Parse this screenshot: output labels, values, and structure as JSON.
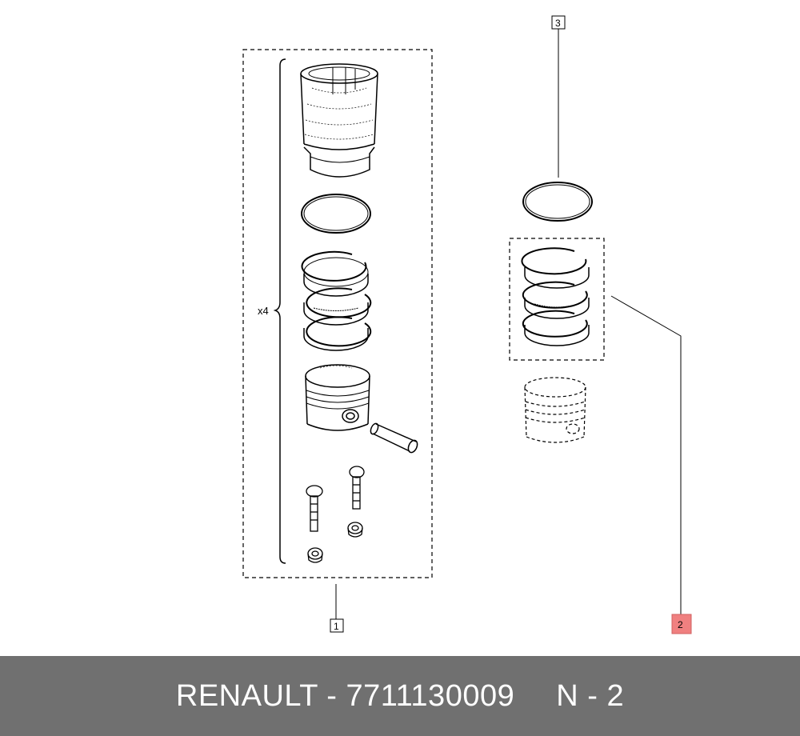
{
  "callouts": {
    "c1": "1",
    "c2": "2",
    "c3": "3"
  },
  "quantity_label": "x4",
  "highlight_color": "#f08080",
  "footer": {
    "brand": "RENAULT",
    "separator": " - ",
    "part_number": "7711130009",
    "position": "N - 2"
  }
}
